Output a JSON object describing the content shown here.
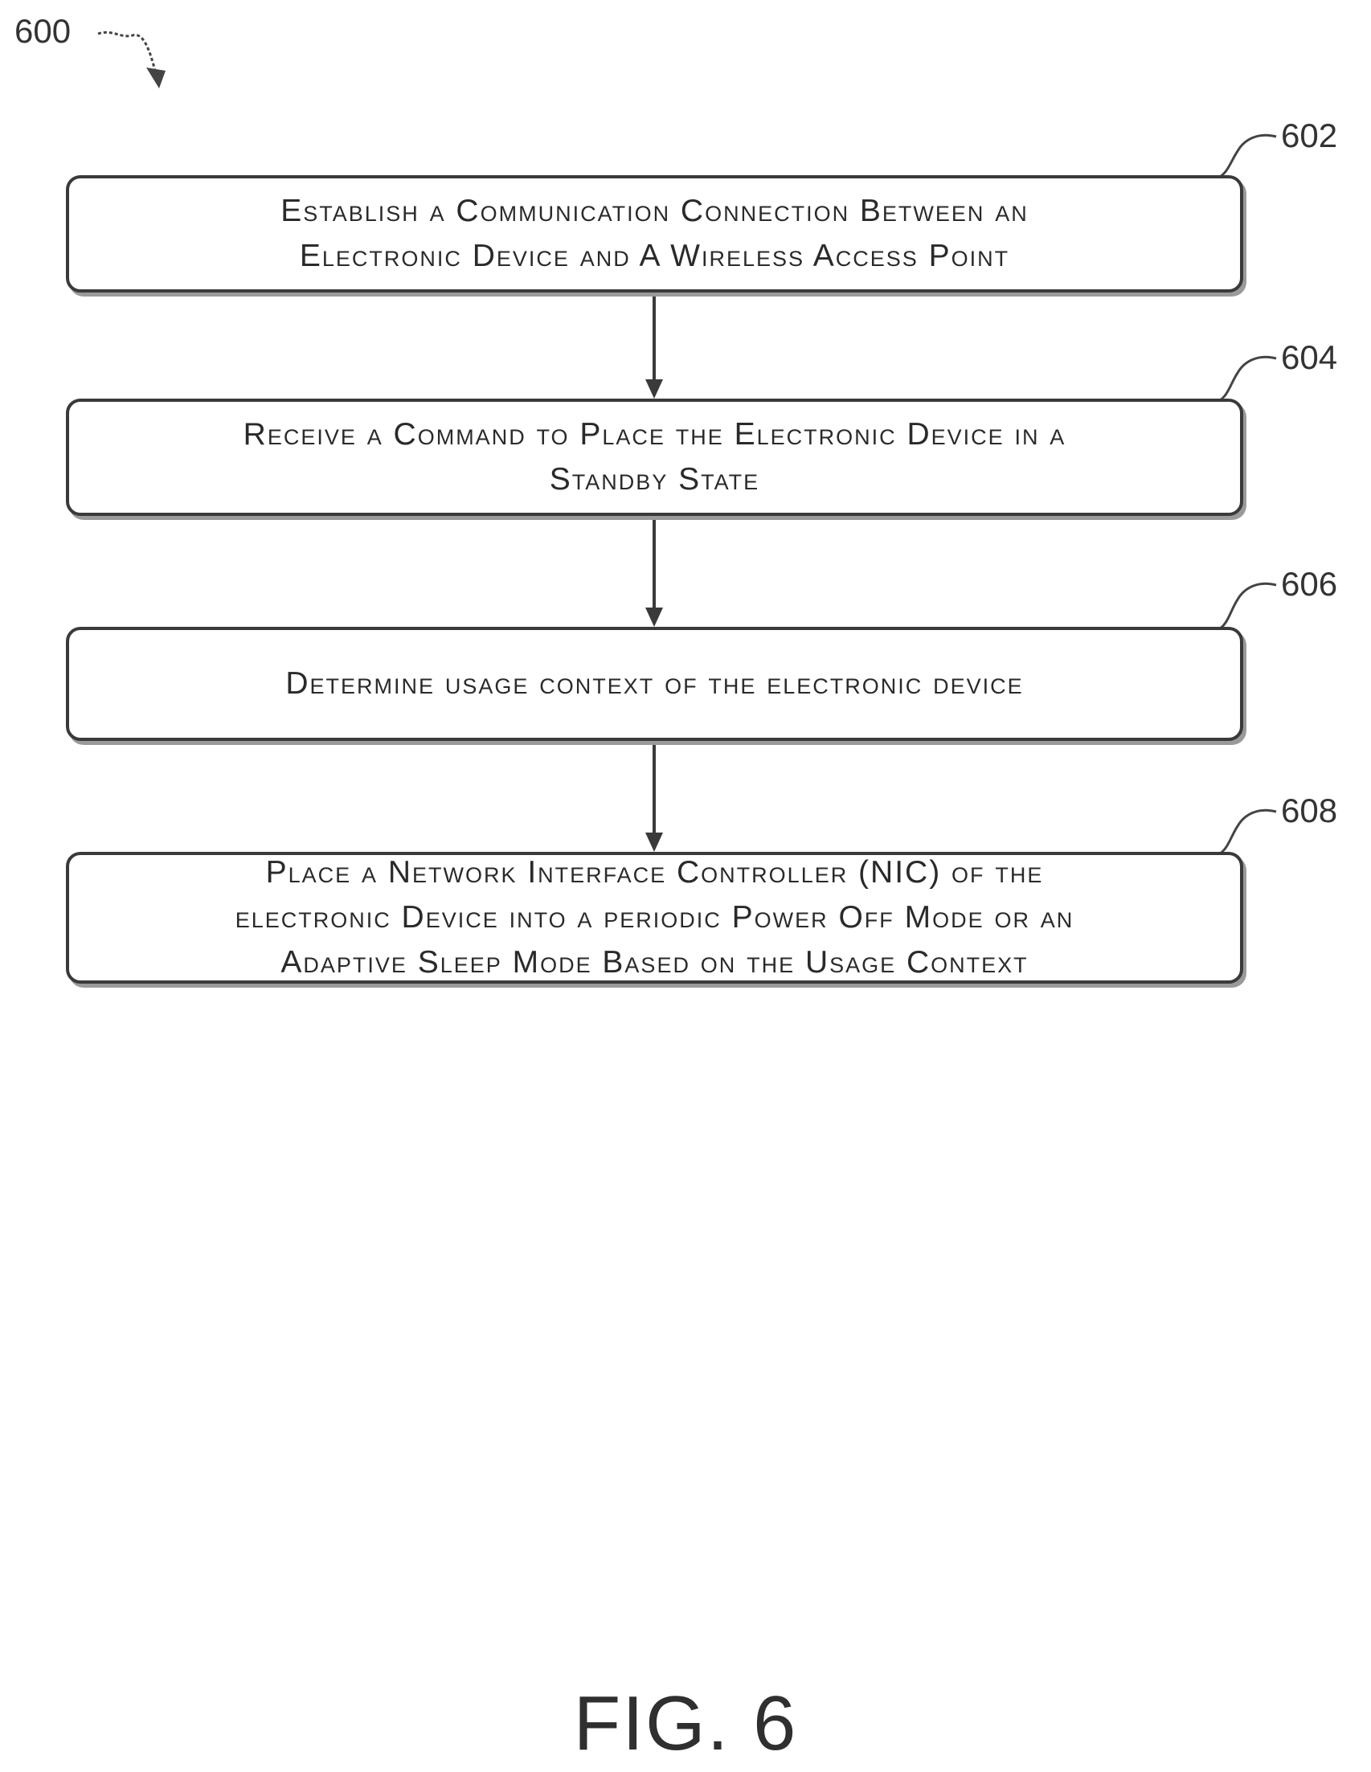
{
  "figure": {
    "ref": "600",
    "caption": "FIG. 6"
  },
  "steps": [
    {
      "ref": "602",
      "text": "Establish a Communication Connection Between an\nElectronic Device and A Wireless Access Point"
    },
    {
      "ref": "604",
      "text": "Receive a Command to Place the Electronic Device in a\nStandby State"
    },
    {
      "ref": "606",
      "text": "Determine usage context of the electronic device"
    },
    {
      "ref": "608",
      "text": "Place a Network Interface Controller (NIC)  of the\nelectronic Device into a periodic Power Off Mode or an\nAdaptive Sleep Mode Based on the Usage Context"
    }
  ],
  "colors": {
    "line": "#3a3a3a",
    "shadow": "#9a9a9a"
  }
}
